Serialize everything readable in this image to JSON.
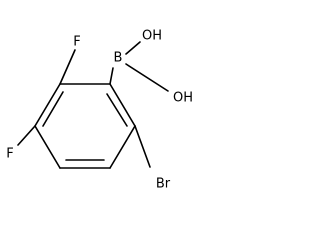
{
  "molecule": {
    "atoms": {
      "oh_top": "OH",
      "oh_right": "OH",
      "boron": "B",
      "fluorine_top": "F",
      "fluorine_left": "F",
      "bromine": "Br"
    }
  }
}
